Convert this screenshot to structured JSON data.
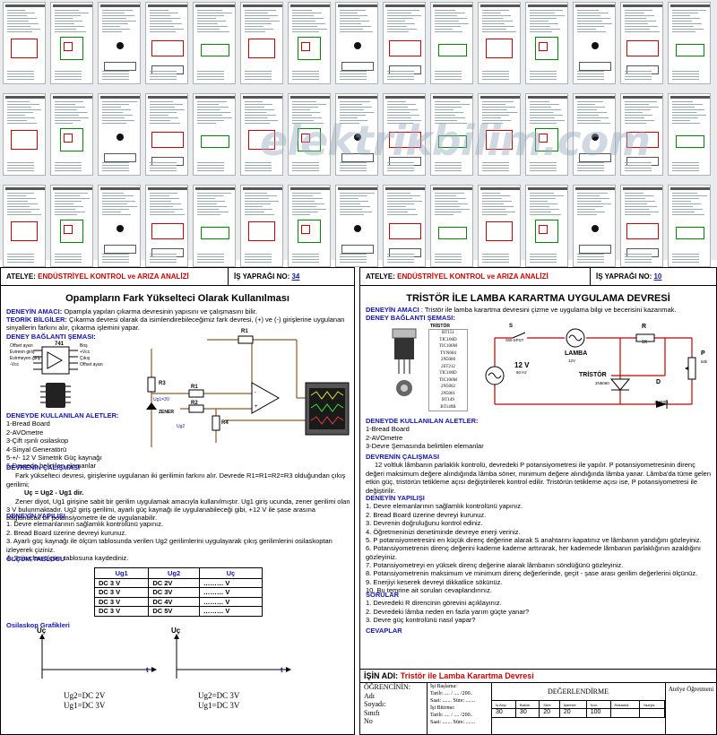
{
  "watermark": "elektrikbilim.com",
  "left_doc": {
    "atelye_label": "ATELYE:",
    "atelye_value": "ENDÜSTRİYEL KONTROL ve ARIZA ANALİZİ",
    "is_yapragi_label": "İŞ YAPRAĞI NO:",
    "is_yapragi_no": "34",
    "title": "Opampların Fark Yükselteci Olarak Kullanılması",
    "amaci_label": "DENEYİN AMACI:",
    "amaci_text": "Opampla yapılan çıkarma devresinin yapısını ve çalışmasını bilir.",
    "teorik_label": "TEORİK BİLGİLER:",
    "teorik_text": "Çıkarma devresi olarak da isimlendirebileceğimiz fark devresi, (+) ve (-) girişlerine uygulanan sinyallerin farkını alır, çıkarma işlemini yapar.",
    "baglanti_label": "DENEY BAĞLANTI ŞEMASI:",
    "ic_pins": [
      "Offset ayarı",
      "Evirenn giriş",
      "Evirmeyen giriş",
      "-Vcc"
    ],
    "ic_pins_right": [
      "Boş",
      "+Vcc",
      "Çıkış",
      "Offset ayarı"
    ],
    "ic_name": "741",
    "kullanilan_label": "DENEYDE KULLANILAN ALETLER:",
    "kullanilan": [
      "1-Bread Board",
      "2-AVOmetre",
      "3-Çift ışınlı osilaskop",
      "4-Sinyal Generatörü",
      "5-+/- 12 V Simetrik Güç kaynağı",
      "6-Devrede belirtilen elemanlar"
    ],
    "calisma_label": "DEVRENİN ÇALIŞMASI",
    "calisma_text1": "Fark yükselteci devresi, girişlerine uygulanan iki gerilimin farkını alır. Devrede R1=R1=R2=R3 olduğundan çıkış gerilimi;",
    "calisma_formula": "Uç = Ug2 - Ug1 dir.",
    "calisma_text2": "Zener diyot, Ug1 girişine sabit bir gerilim uygulamak amacıyla kullanılmıştır. Ug1 giriş ucunda, zener gerilimi olan 3 V bulunmaktadır. Ug2 giriş gerilimi, ayarlı güç kaynağı ile uygulanabileceği gibi, +12 V ile şase arasına bağlanacak bir potansiyometre ile de uygulanabilir.",
    "yapilisi_label": "DENEYİN YAPILIŞI",
    "yapilisi": [
      "1. Devre elemanlarının sağlamlık kontrolünü yapınız.",
      "2. Bread Board üzerine devreyi kurunuz.",
      "3. Ayarlı güç kaynağı ile ölçüm tablosunda verilen Ug2 gerilimlerini uygulayarak çıkış gerilimlerini osilaskoptan izleyerek çiziniz.",
      "4. Sonuçları ölçüm tablosuna kaydediniz."
    ],
    "olcum_label": "ÖLÇÜM TABLOSU",
    "table_headers": [
      "Ug1",
      "Ug2",
      "Uç"
    ],
    "table_rows": [
      [
        "DC 3 V",
        "DC 2V",
        "……… V"
      ],
      [
        "DC 3 V",
        "DC 3V",
        "……… V"
      ],
      [
        "DC 3 V",
        "DC 4V",
        "……… V"
      ],
      [
        "DC 3 V",
        "DC 5V",
        "……… V"
      ]
    ],
    "grafik_label": "Osilaskop Grafikleri",
    "graph1_y": "Uç",
    "graph1_x": "t",
    "graph1_caption1": "Ug2=DC 2V",
    "graph1_caption2": "Ug1=DC 3V",
    "graph2_y": "Uç",
    "graph2_x": "t",
    "graph2_caption1": "Ug2=DC 3V",
    "graph2_caption2": "Ug1=DC 3V",
    "r_labels": [
      "R1",
      "R2",
      "R3",
      "R1",
      "R4"
    ],
    "zener": "ZENER",
    "ug1": "Ug1=3V",
    "ug2": "Ug2"
  },
  "right_doc": {
    "atelye_label": "ATELYE:",
    "atelye_value": "ENDÜSTRİYEL KONTROL ve ARIZA ANALİZİ",
    "is_yapragi_label": "İŞ YAPRAĞI NO:",
    "is_yapragi_no": "10",
    "title": "TRİSTÖR İLE LAMBA KARARTMA UYGULAMA DEVRESİ",
    "amaci_label": "DENEYİN AMACI",
    "amaci_text": ": Tristör ile lamba karartma devresini çizme ve uygulama bilgi ve becerisini kazanmak.",
    "baglanti_label": "DENEY BAĞLANTI ŞEMASI:",
    "tristor_header": "TRİSTÖR",
    "tristor_list": [
      "BT151",
      "TIC106D",
      "TIC106M",
      "TYN604",
      "2N5060",
      "2ST212",
      "TIC106D",
      "TIC106M",
      "2N5062",
      "2N5061",
      "BT149",
      "BT149B"
    ],
    "circuit": {
      "s": "S",
      "s_sub": "SW-SPST",
      "lamba": "LAMBA",
      "lamba_v": "12V",
      "r": "R",
      "r_v": "1K",
      "p": "P",
      "p_v": "50k",
      "src": "12 V",
      "src_sub": "50 Hz",
      "tristor": "TRİSTÖR",
      "tristor_sub": "2N5060",
      "d": "D",
      "d_sub": "1N4001"
    },
    "kullanilan_label": "DENEYDE KULLANILAN ALETLER:",
    "kullanilan": [
      "1-Bread Board",
      "2-AVOmetre",
      "3-Devre Şemasında belirtilen elemanlar"
    ],
    "calisma_label": "DEVRENİN ÇALIŞMASI",
    "calisma_text": "12 voltluk lâmbanın parlaklık kontrolü, devredeki P potansiyometresi ile yapılır. P potansiyometresinin direnç değeri maksimum değere alındığında lâmba söner, minimum değere alındığında lâmba yanar. Lâmba'da tüme gelen etkin güç, tristörün tetikleme açısı değiştirilerek kontrol edilir. Tristörün tetikleme açısı ise, P potansiyometresi ile değiştirilir.",
    "yapilisi_label": "DENEYİN YAPILIŞI",
    "yapilisi": [
      "1. Devre elemanlarının sağlamlık kontrolünü yapınız.",
      "2. Bread Board üzerine devreyi kurunuz.",
      "3. Devrenin doğruluğunu kontrol ediniz.",
      "4. Öğretmeninizi denetiminde devreye enerji veriniz.",
      "5. P potansiyometresini en küçük direnç değerine alarak S anahtarını kapatınız ve lâmbanın yandığını gözleyiniz.",
      "6. Potansiyometrenin direnç değerini kademe kademe arttırarak, her kademede lâmbanın parlaklığının azaldığını gözleyiniz.",
      "7. Potansiyometreyi en yüksek direnç değerine alarak lâmbanın söndüğünü gözleyiniz.",
      "8. Potansiyometrenin maksimum ve minimum direnç değerlerinde, geçit - şase arası gerilim değerlerini ölçünüz.",
      "9. Enerjiyi keserek devreyi dikkatlice sökünüz.",
      "10. Bu temrine ait soruları cevaplandırınız."
    ],
    "sorular_label": "SORULAR",
    "sorular": [
      "1. Devredeki R direncinin görevini açıklayınız.",
      "2. Devredeki lâmba neden en fazla yarım güçte yanar?",
      "3. Devre güç kontrolünü nasıl yapar?"
    ],
    "cevaplar_label": "CEVAPLAR",
    "isin_adi_label": "İŞİN ADI:",
    "isin_adi": "Tristör ile Lamba Karartma Devresi",
    "ogrencinin": "ÖĞRENCİNİN:",
    "adi": "Adı",
    "soyadi": "Soyadı:",
    "sinifi": "Sınıfı",
    "no": "No",
    "is_baslama": "İşi Başlama:",
    "tarih1": "Tarih: .... / .... /200..",
    "saat1": "Saat: ....... Süre: .......",
    "is_bitirme": "İşi Bitirme:",
    "tarih2": "Tarih: .... / .... /200..",
    "saat2": "Saat: ....... Süre: .......",
    "degerlendirme": "DEĞERLENDİRME",
    "eval_headers": [
      "İş Alışı",
      "Bakım",
      "Süre",
      "İşlemler",
      "Kon.",
      "Rakamla",
      "Yazıyla"
    ],
    "eval_values": [
      "30",
      "30",
      "20",
      "20",
      "100",
      "",
      ""
    ],
    "atelye_ogretmeni": "Atelye Öğretmeni"
  }
}
